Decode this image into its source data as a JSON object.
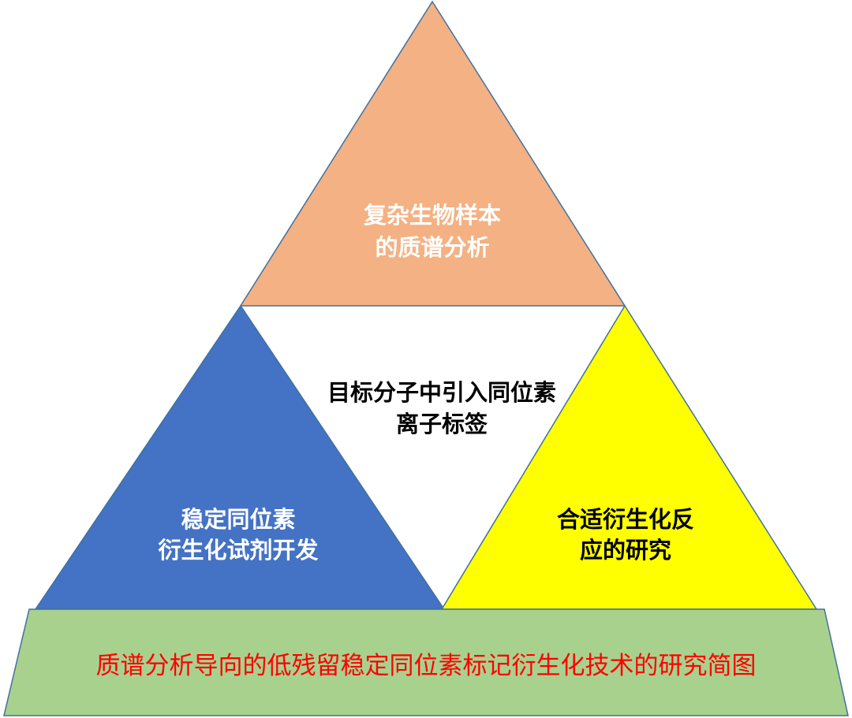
{
  "colors": {
    "top": "#F4B183",
    "left": "#4472C4",
    "right": "#FFFF00",
    "base": "#A9D18E",
    "caption": "#FF0000",
    "outline": "#41719C"
  },
  "top_triangle": {
    "line1": "复杂生物样本",
    "line2": "的质谱分析"
  },
  "center": {
    "line1": "目标分子中引入同位素",
    "line2": "离子标签"
  },
  "left_triangle": {
    "line1": "稳定同位素",
    "line2": "衍生化试剂开发"
  },
  "right_triangle": {
    "line1": "合适衍生化反",
    "line2": "应的研究"
  },
  "base": {
    "caption": "质谱分析导向的低残留稳定同位素标记衍生化技术的研究简图"
  }
}
